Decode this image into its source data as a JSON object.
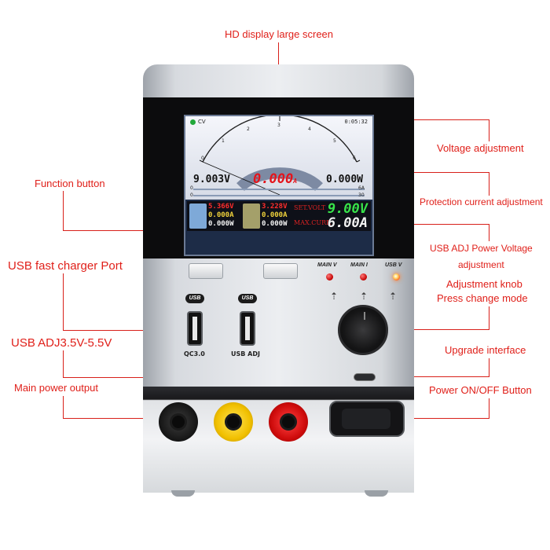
{
  "callouts": {
    "hd_display": "HD display large screen",
    "voltage_adjustment": "Voltage adjustment",
    "function_button": "Function button",
    "protection_current": "Protection current adjustment",
    "usb_adj_power_1": "USB ADJ Power Voltage",
    "usb_adj_power_2": "adjustment",
    "usb_fast_charger": "USB fast charger Port",
    "adjustment_knob_1": "Adjustment knob",
    "adjustment_knob_2": "Press change mode",
    "usb_adj_range": "USB ADJ3.5V-5.5V",
    "upgrade_interface": "Upgrade interface",
    "main_power_output": "Main power output",
    "power_button": "Power ON/OFF Button"
  },
  "screen": {
    "mode": "CV",
    "clock": "0:05:32",
    "scale_ticks": [
      "0",
      "1",
      "2",
      "3",
      "4",
      "5",
      "6"
    ],
    "voltage": "9.003V",
    "current": "0.000",
    "current_unit": "A",
    "power": "0.000W",
    "bar_left_top": "0",
    "bar_left_bottom": "0",
    "bar_right_top": "6A",
    "bar_right_bottom": "30",
    "qc": {
      "voltage": "5.366V",
      "current": "0.000A",
      "power": "0.000W"
    },
    "adj": {
      "voltage": "3.228V",
      "current": "0.000A",
      "power": "0.000W"
    },
    "set_volt_label": "SET.VOLT",
    "set_volt_value": "9.00V",
    "max_curr_label": "MAX.CURR",
    "max_curr_value": "6.00A"
  },
  "leds": {
    "main_v": "MAIN V",
    "main_i": "MAIN I",
    "usb_v": "USB V"
  },
  "ports": {
    "usb_logo": "USB",
    "qc_label": "QC3.0",
    "adj_label": "USB ADJ"
  }
}
